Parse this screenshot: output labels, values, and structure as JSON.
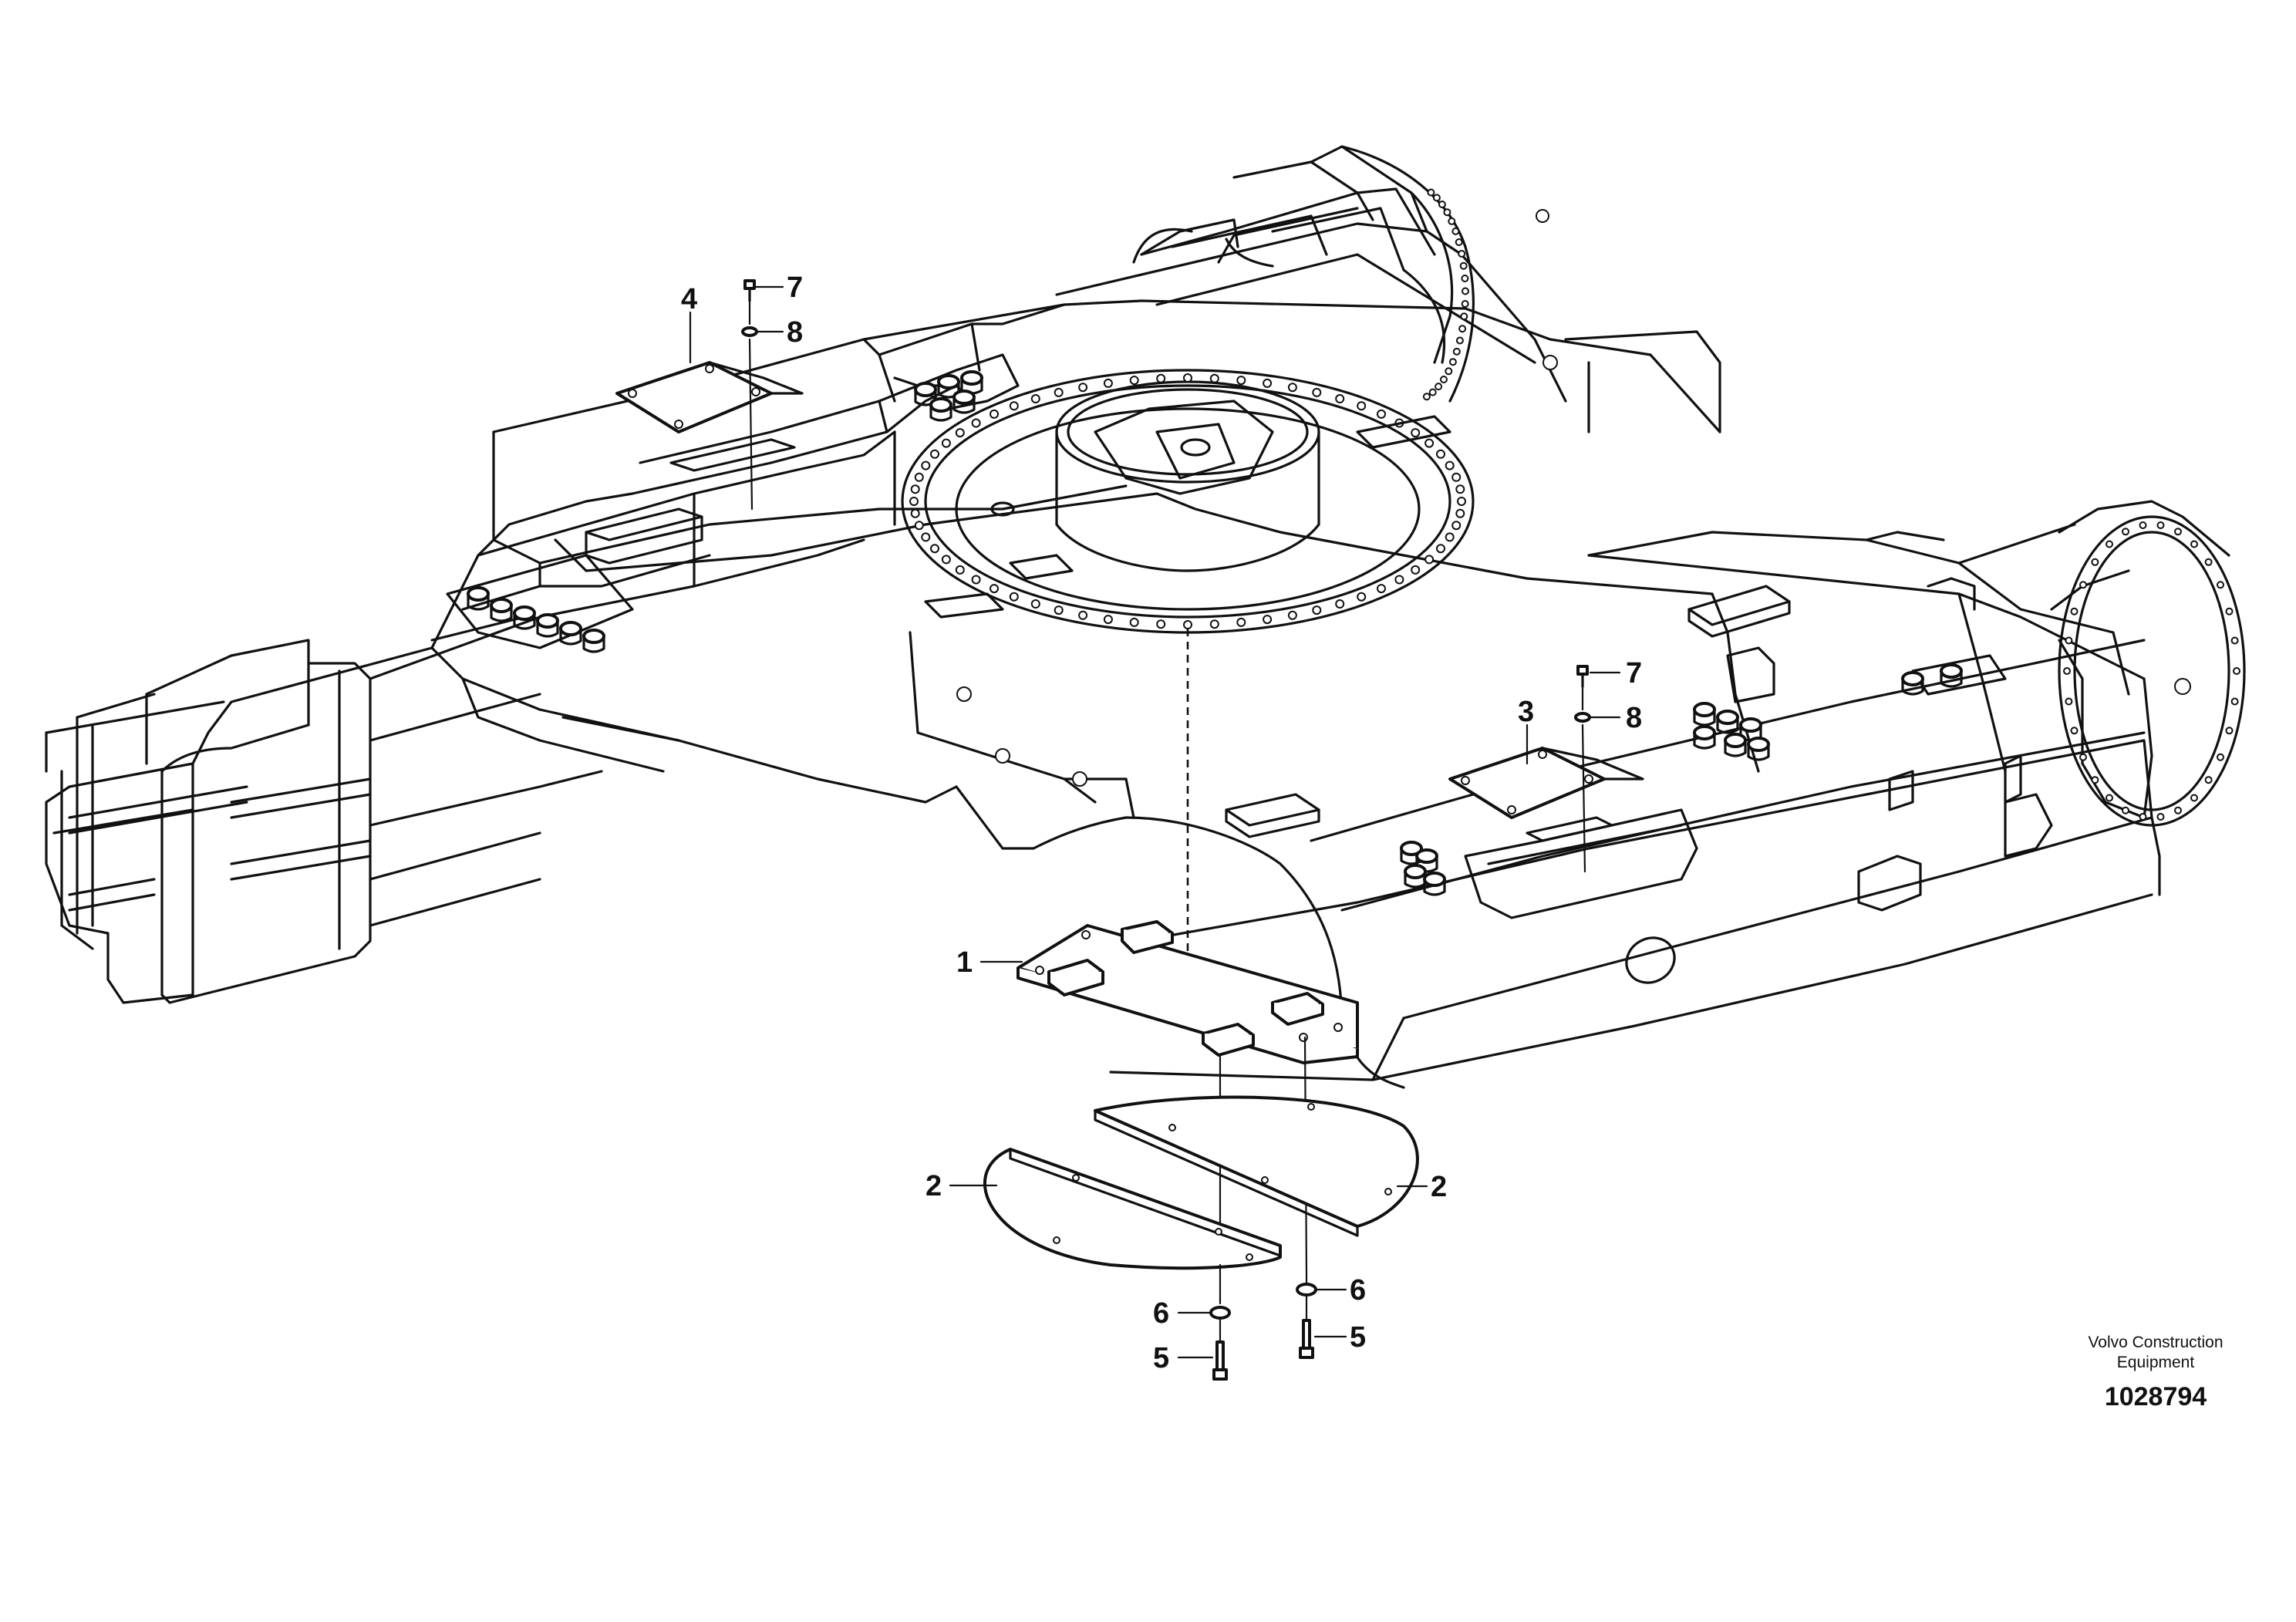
{
  "callouts": {
    "c1": "1",
    "c2a": "2",
    "c2b": "2",
    "c3": "3",
    "c4": "4",
    "c5a": "5",
    "c5b": "5",
    "c6a": "6",
    "c6b": "6",
    "c7a": "7",
    "c7b": "7",
    "c8a": "8",
    "c8b": "8"
  },
  "brand": {
    "line1": "Volvo Construction",
    "line2": "Equipment"
  },
  "figure_number": "1028794"
}
